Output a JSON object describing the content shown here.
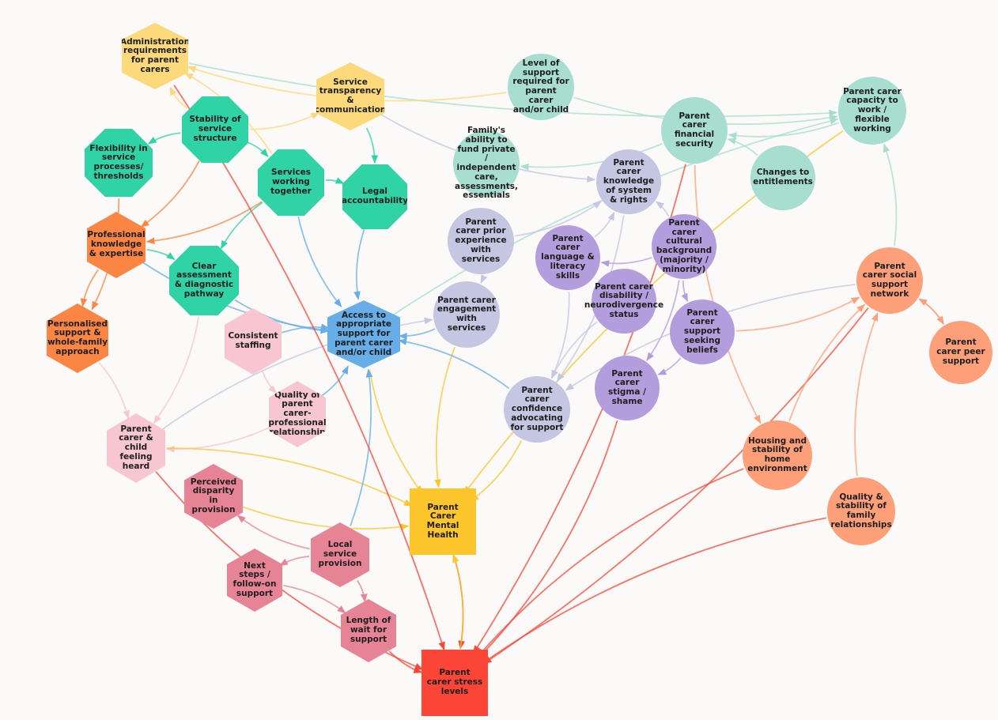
{
  "diagram": {
    "nodes": [
      {
        "id": "admin",
        "label": "Administration requirements for parent carers",
        "shape": "hex",
        "color": "#fcd97a"
      },
      {
        "id": "transparency",
        "label": "Service transparency & communication",
        "shape": "hex",
        "color": "#fcd97a"
      },
      {
        "id": "stability",
        "label": "Stability of service structure",
        "shape": "oct",
        "color": "#2fd3a6"
      },
      {
        "id": "flex",
        "label": "Flexibility in service processes/ thresholds",
        "shape": "oct",
        "color": "#2fd3a6"
      },
      {
        "id": "together",
        "label": "Services working together",
        "shape": "oct",
        "color": "#2fd3a6"
      },
      {
        "id": "legal",
        "label": "Legal accountability",
        "shape": "oct",
        "color": "#2fd3a6"
      },
      {
        "id": "assessment",
        "label": "Clear assessment & diagnostic pathway",
        "shape": "oct",
        "color": "#2fd3a6"
      },
      {
        "id": "prof",
        "label": "Professional knowledge & expertise",
        "shape": "hex",
        "color": "#fb8542"
      },
      {
        "id": "personalised",
        "label": "Personalised support & whole-family approach",
        "shape": "hex",
        "color": "#fb8542"
      },
      {
        "id": "access",
        "label": "Access to appropriate support for parent carer and/or child",
        "shape": "hex",
        "color": "#67ade7"
      },
      {
        "id": "staffing",
        "label": "Consistent staffing",
        "shape": "hex",
        "color": "#f7c6d0"
      },
      {
        "id": "quality",
        "label": "Quality of parent carer-professional relationship",
        "shape": "hex",
        "color": "#f7c6d0"
      },
      {
        "id": "heard",
        "label": "Parent carer & child feeling heard",
        "shape": "hex",
        "color": "#f7c6d0"
      },
      {
        "id": "disparity",
        "label": "Perceived disparity in provision",
        "shape": "hex",
        "color": "#e68496"
      },
      {
        "id": "local",
        "label": "Local service provision",
        "shape": "hex",
        "color": "#e68496"
      },
      {
        "id": "nextsteps",
        "label": "Next steps / follow-on support",
        "shape": "hex",
        "color": "#e68496"
      },
      {
        "id": "wait",
        "label": "Length of wait for support",
        "shape": "hex",
        "color": "#e68496"
      },
      {
        "id": "mental",
        "label": "Parent Carer Mental Health",
        "shape": "sq",
        "color": "#fdc62d"
      },
      {
        "id": "stress",
        "label": "Parent carer stress levels",
        "shape": "sq",
        "color": "#fb4637"
      },
      {
        "id": "level",
        "label": "Level of support required for parent carer and/or child",
        "shape": "circ",
        "color": "#a7ded0"
      },
      {
        "id": "finance",
        "label": "Parent carer financial security",
        "shape": "circ",
        "color": "#a7ded0"
      },
      {
        "id": "capacity",
        "label": "Parent carer capacity to work / flexible working",
        "shape": "circ",
        "color": "#a7ded0"
      },
      {
        "id": "fund",
        "label": "Family's ability to fund private / independent care, assessments, essentials",
        "shape": "circ",
        "color": "#a7ded0"
      },
      {
        "id": "entitle",
        "label": "Changes to entitlements",
        "shape": "circ",
        "color": "#a7ded0"
      },
      {
        "id": "knowledge",
        "label": "Parent carer knowledge of system & rights",
        "shape": "circ",
        "color": "#c4c6e2"
      },
      {
        "id": "prior",
        "label": "Parent carer prior experience with services",
        "shape": "circ",
        "color": "#c4c6e2"
      },
      {
        "id": "engagement",
        "label": "Parent carer engagement with services",
        "shape": "circ",
        "color": "#c4c6e2"
      },
      {
        "id": "confidence",
        "label": "Parent carer confidence advocating for support",
        "shape": "circ",
        "color": "#c4c6e2"
      },
      {
        "id": "language",
        "label": "Parent carer language & literacy skills",
        "shape": "circ",
        "color": "#b49ddc"
      },
      {
        "id": "culture",
        "label": "Parent carer cultural background (majority / minority)",
        "shape": "circ",
        "color": "#b49ddc"
      },
      {
        "id": "disability",
        "label": "Parent carer disability / neurodivergence status",
        "shape": "circ",
        "color": "#b49ddc"
      },
      {
        "id": "seeking",
        "label": "Parent carer support seeking beliefs",
        "shape": "circ",
        "color": "#b49ddc"
      },
      {
        "id": "stigma",
        "label": "Parent carer stigma / shame",
        "shape": "circ",
        "color": "#b49ddc"
      },
      {
        "id": "social",
        "label": "Parent carer social support network",
        "shape": "circ",
        "color": "#fda07a"
      },
      {
        "id": "peer",
        "label": "Parent carer peer support",
        "shape": "circ",
        "color": "#fda07a"
      },
      {
        "id": "housing",
        "label": "Housing and stability of home environment",
        "shape": "circ",
        "color": "#fda07a"
      },
      {
        "id": "family",
        "label": "Quality & stability of family relationships",
        "shape": "circ",
        "color": "#fda07a"
      }
    ],
    "edges": [
      [
        "stability",
        "admin"
      ],
      [
        "stability",
        "flex"
      ],
      [
        "stability",
        "prof"
      ],
      [
        "stability",
        "transparency"
      ],
      [
        "stability",
        "together"
      ],
      [
        "together",
        "admin"
      ],
      [
        "together",
        "legal"
      ],
      [
        "together",
        "assessment"
      ],
      [
        "together",
        "prof"
      ],
      [
        "together",
        "access"
      ],
      [
        "transparency",
        "legal"
      ],
      [
        "transparency",
        "knowledge"
      ],
      [
        "flex",
        "personalised"
      ],
      [
        "prof",
        "personalised"
      ],
      [
        "prof",
        "assessment"
      ],
      [
        "prof",
        "access"
      ],
      [
        "personalised",
        "heard"
      ],
      [
        "assessment",
        "access"
      ],
      [
        "assessment",
        "heard"
      ],
      [
        "legal",
        "access"
      ],
      [
        "access",
        "capacity"
      ],
      [
        "access",
        "mental"
      ],
      [
        "staffing",
        "access"
      ],
      [
        "staffing",
        "quality"
      ],
      [
        "quality",
        "heard"
      ],
      [
        "quality",
        "access"
      ],
      [
        "heard",
        "mental"
      ],
      [
        "heard",
        "stress"
      ],
      [
        "heard",
        "engagement"
      ],
      [
        "disparity",
        "mental"
      ],
      [
        "local",
        "disparity"
      ],
      [
        "local",
        "nextsteps"
      ],
      [
        "local",
        "wait"
      ],
      [
        "local",
        "access"
      ],
      [
        "nextsteps",
        "wait"
      ],
      [
        "wait",
        "stress"
      ],
      [
        "mental",
        "stress"
      ],
      [
        "stress",
        "mental"
      ],
      [
        "admin",
        "stress"
      ],
      [
        "admin",
        "capacity"
      ],
      [
        "level",
        "admin"
      ],
      [
        "level",
        "capacity"
      ],
      [
        "capacity",
        "finance"
      ],
      [
        "capacity",
        "mental"
      ],
      [
        "finance",
        "fund"
      ],
      [
        "finance",
        "housing"
      ],
      [
        "finance",
        "stress"
      ],
      [
        "entitle",
        "finance"
      ],
      [
        "prior",
        "engagement"
      ],
      [
        "prior",
        "knowledge"
      ],
      [
        "engagement",
        "access"
      ],
      [
        "engagement",
        "mental"
      ],
      [
        "knowledge",
        "confidence"
      ],
      [
        "language",
        "knowledge"
      ],
      [
        "language",
        "confidence"
      ],
      [
        "culture",
        "knowledge"
      ],
      [
        "culture",
        "language"
      ],
      [
        "culture",
        "seeking"
      ],
      [
        "culture",
        "stigma"
      ],
      [
        "disability",
        "confidence"
      ],
      [
        "seeking",
        "stigma"
      ],
      [
        "seeking",
        "social"
      ],
      [
        "stigma",
        "stress"
      ],
      [
        "confidence",
        "access"
      ],
      [
        "confidence",
        "mental"
      ],
      [
        "social",
        "capacity"
      ],
      [
        "social",
        "peer"
      ],
      [
        "social",
        "confidence"
      ],
      [
        "social",
        "stress"
      ],
      [
        "peer",
        "social"
      ],
      [
        "housing",
        "social"
      ],
      [
        "housing",
        "stress"
      ],
      [
        "family",
        "social"
      ],
      [
        "family",
        "stress"
      ]
    ]
  }
}
